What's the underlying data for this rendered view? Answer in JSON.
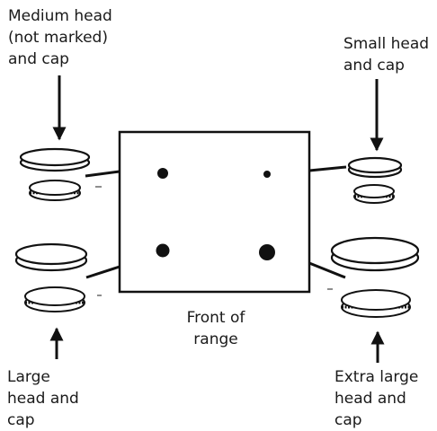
{
  "labels": {
    "top_left": [
      "Medium head",
      "(not marked)",
      "and cap"
    ],
    "top_right": [
      "Small head",
      "and cap"
    ],
    "center": [
      "Front of",
      "range"
    ],
    "bottom_left": [
      "Large",
      "head and",
      "cap"
    ],
    "bottom_right": [
      "Extra large",
      "head and",
      "cap"
    ]
  },
  "colors": {
    "ink": "#111111",
    "text": "#1a1a1a",
    "background": "#ffffff"
  }
}
